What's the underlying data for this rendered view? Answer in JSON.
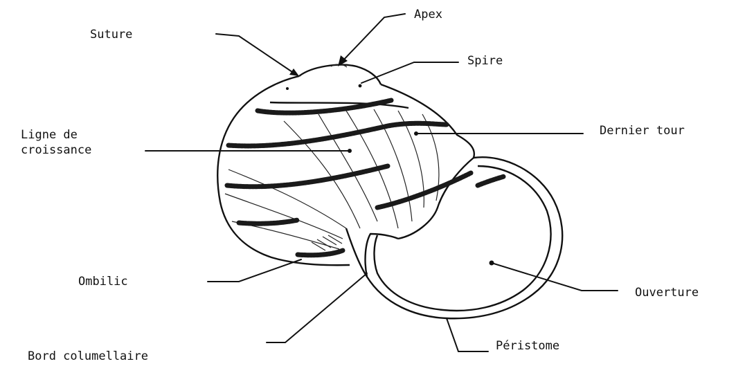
{
  "labels": {
    "apex": "Apex",
    "suture": "Suture",
    "spire": "Spire",
    "ligne_line1": "Ligne de",
    "ligne_line2": "croissance",
    "dernier_tour": "Dernier tour",
    "ombilic": "Ombilic",
    "ouverture": "Ouverture",
    "bord_columellaire": "Bord columellaire",
    "peristome": "Péristome"
  }
}
